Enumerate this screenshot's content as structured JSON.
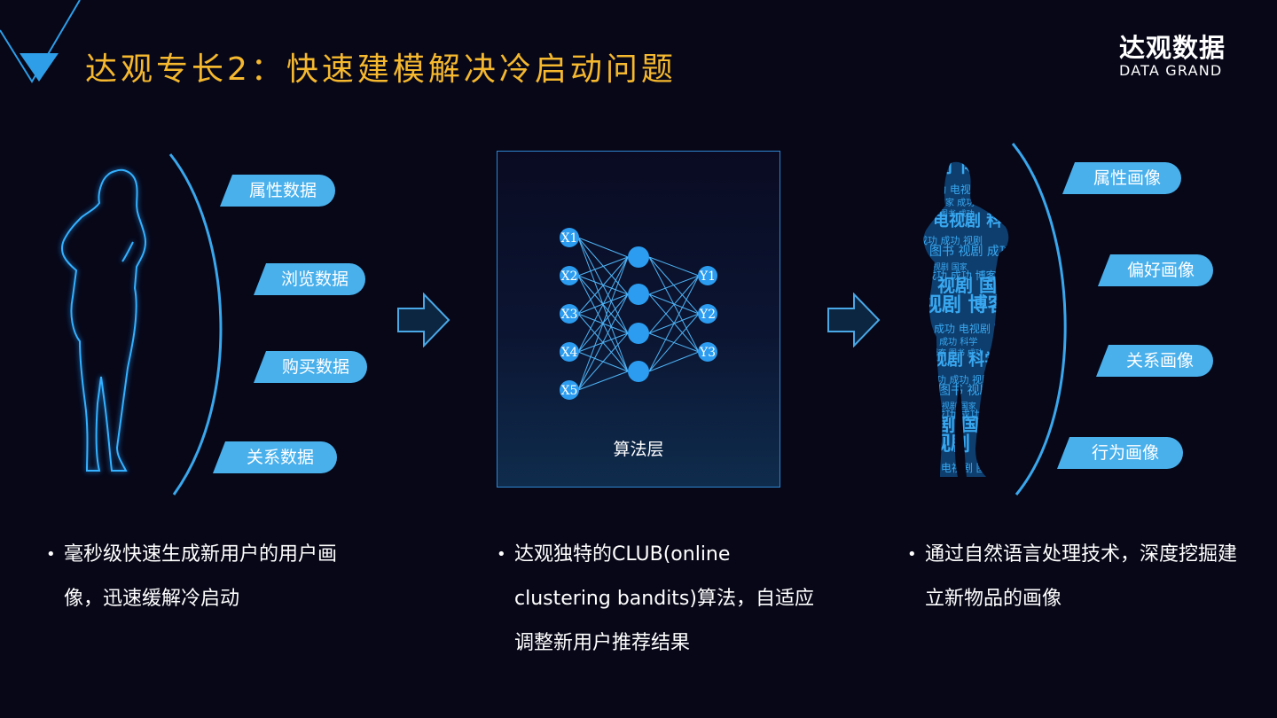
{
  "header": {
    "title": "达观专长2：快速建模解决冷启动问题",
    "logo_cn": "达观数据",
    "logo_en": "DATA GRAND"
  },
  "left_panel": {
    "tags": [
      "属性数据",
      "浏览数据",
      "购买数据",
      "关系数据"
    ],
    "bullet": "毫秒级快速生成新用户的用户画像，迅速缓解冷启动"
  },
  "middle_panel": {
    "inputs": [
      "X1",
      "X2",
      "X3",
      "X4",
      "X5"
    ],
    "outputs": [
      "Y1",
      "Y2",
      "Y3"
    ],
    "label": "算法层",
    "bullet": "达观独特的CLUB(online clustering bandits)算法，自适应调整新用户推荐结果"
  },
  "right_panel": {
    "tags": [
      "属性画像",
      "偏好画像",
      "关系画像",
      "行为画像"
    ],
    "bullet": "通过自然语言处理技术，深度挖掘建立新物品的画像",
    "word_cloud": [
      "视剧",
      "成功",
      "国家",
      "博客",
      "电视剧",
      "成功",
      "图书",
      "科学",
      "成功",
      "视剧"
    ]
  },
  "colors": {
    "background": "#070718",
    "title": "#f5b82e",
    "accent": "#49b0ec",
    "node": "#2b9cf0"
  },
  "icons": [
    "chevron-logo-icon",
    "right-arrow-icon",
    "woman-silhouette-icon"
  ]
}
